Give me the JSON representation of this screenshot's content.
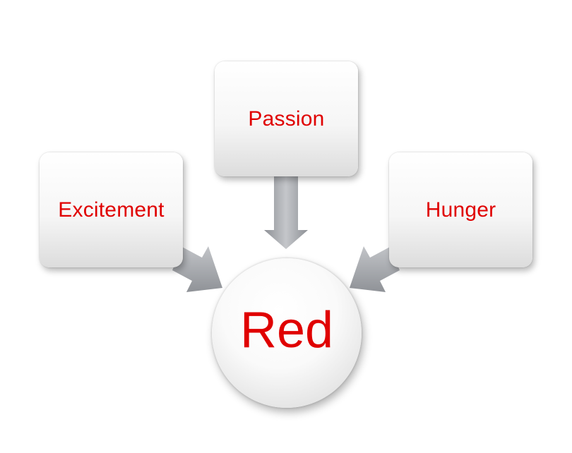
{
  "diagram": {
    "center": {
      "label": "Red"
    },
    "nodes": [
      {
        "label": "Excitement"
      },
      {
        "label": "Passion"
      },
      {
        "label": "Hunger"
      }
    ]
  },
  "colors": {
    "text": "#e00000",
    "arrow": "#a8abb0"
  }
}
